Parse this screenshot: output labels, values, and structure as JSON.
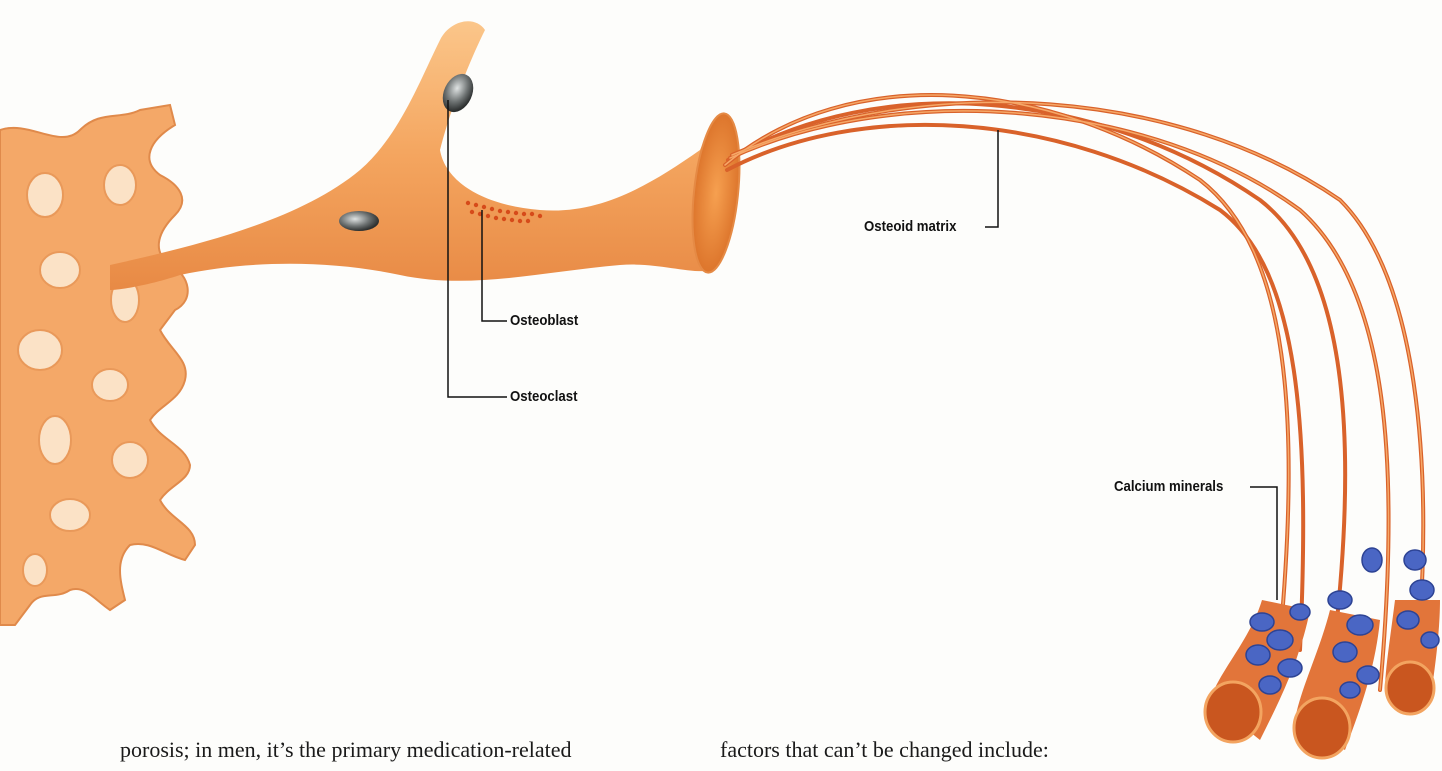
{
  "labels": {
    "osteoid_matrix": "Osteoid matrix",
    "osteoblast": "Osteoblast",
    "osteoclast": "Osteoclast",
    "calcium_minerals": "Calcium minerals"
  },
  "text": {
    "left_column": "porosis; in men, it’s the primary medication-related",
    "right_column": "factors that can’t be changed include:"
  },
  "colors": {
    "bone": "#f4a55f",
    "bone_dark": "#e07a35",
    "fiber": "#d9622a",
    "mineral": "#4a66c4",
    "leader_line": "#111111"
  }
}
